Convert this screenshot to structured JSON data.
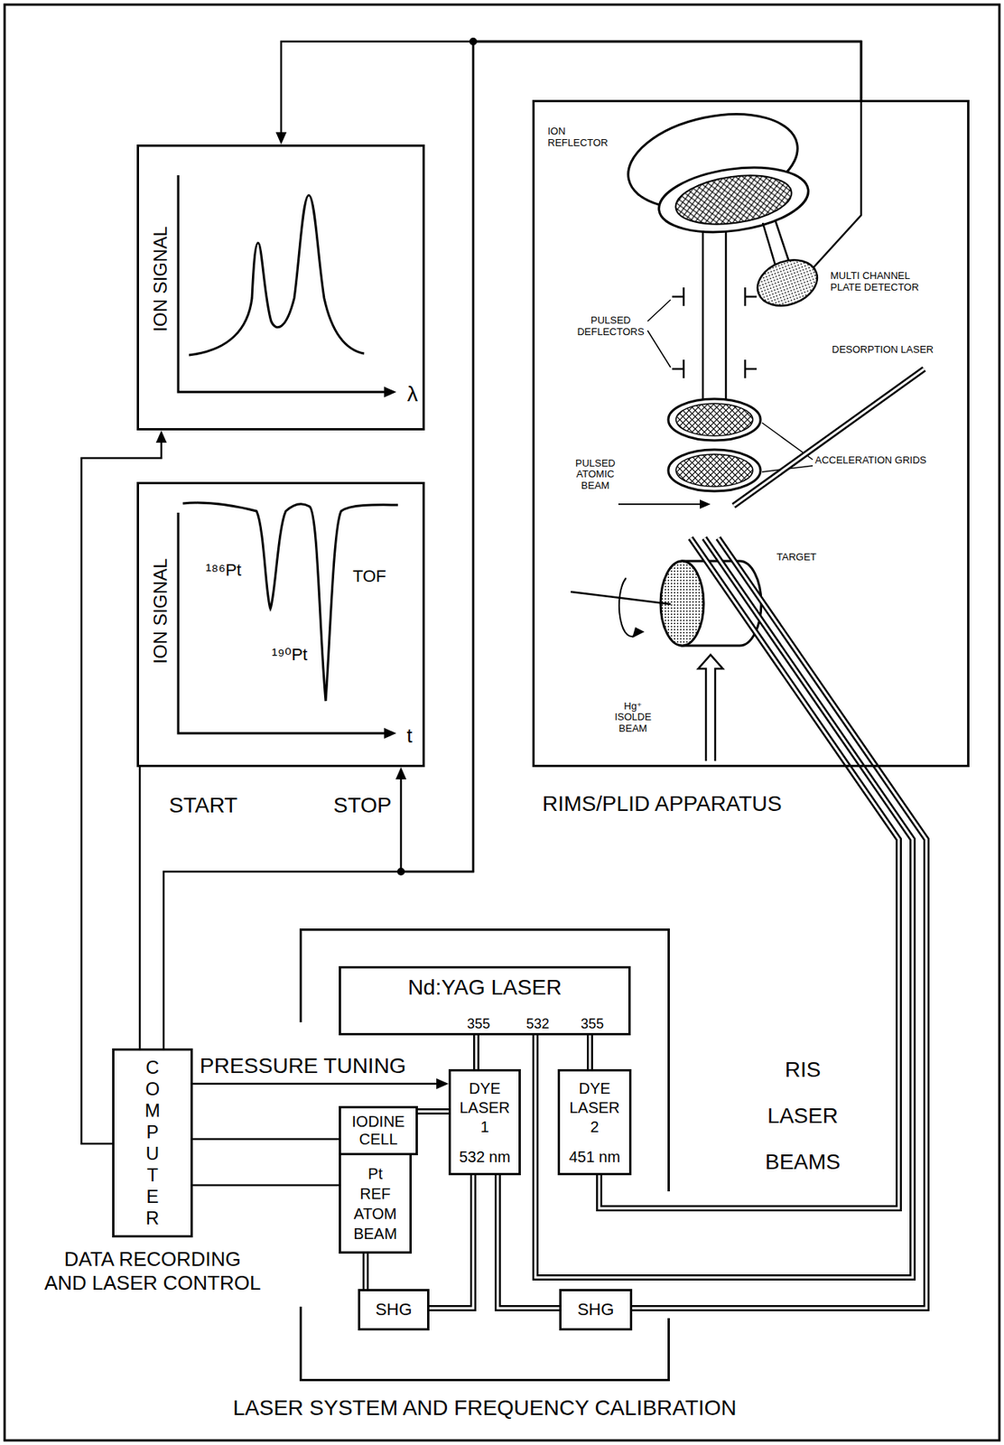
{
  "diagram": {
    "nodes": [
      {
        "text": [
          "ION SIGNAL",
          "λ"
        ]
      },
      {
        "text": [
          "ION SIGNAL",
          "¹⁸⁶Pt",
          "TOF",
          "¹⁹⁰Pt",
          "t"
        ]
      },
      {
        "text": [
          "RIMS/PLID APPARATUS"
        ]
      },
      {
        "text": [
          "COMPUTER",
          "DATA RECORDING AND LASER CONTROL"
        ]
      },
      {
        "text": [
          "LASER SYSTEM AND FREQUENCY CALIBRATION"
        ]
      },
      {
        "text": [
          "Nd:YAG LASER",
          "355",
          "532",
          "355"
        ],
        "in": 4
      },
      {
        "text": [
          "IODINE CELL"
        ],
        "in": 4
      },
      {
        "text": [
          "Pt REF ATOM BEAM"
        ],
        "in": 4
      },
      {
        "text": [
          "DYE LASER 1",
          "532 nm"
        ],
        "in": 4
      },
      {
        "text": [
          "DYE LASER 2",
          "451 nm"
        ],
        "in": 4
      },
      {
        "text": [
          "SHG"
        ],
        "in": 4
      },
      {
        "text": [
          "SHG"
        ],
        "in": 4
      }
    ],
    "edges": [
      {
        "from": 2,
        "to": 0,
        "arrow": "to"
      },
      {
        "from": 2,
        "to": 1,
        "arrow": "to",
        "label": "STOP"
      },
      {
        "from": 2,
        "to": 3,
        "arrow": "none"
      },
      {
        "from": 3,
        "to": 0,
        "arrow": "to"
      },
      {
        "from": 3,
        "to": 1,
        "arrow": "none",
        "label": "START"
      },
      {
        "from": 3,
        "to": 8,
        "arrow": "to",
        "label": "PRESSURE TUNING"
      },
      {
        "from": 3,
        "to": 6,
        "arrow": "none"
      },
      {
        "from": 3,
        "to": 7,
        "arrow": "none"
      },
      {
        "from": 5,
        "to": 8,
        "arrow": "none"
      },
      {
        "from": 5,
        "to": 9,
        "arrow": "none"
      },
      {
        "from": 5,
        "to": 2,
        "arrow": "none"
      },
      {
        "from": 8,
        "to": 6,
        "arrow": "none"
      },
      {
        "from": 8,
        "to": 10,
        "arrow": "none"
      },
      {
        "from": 10,
        "to": 7,
        "arrow": "none"
      },
      {
        "from": 8,
        "to": 11,
        "arrow": "none"
      },
      {
        "from": 11,
        "to": 2,
        "arrow": "none"
      },
      {
        "from": 9,
        "to": 2,
        "arrow": "none"
      }
    ],
    "labels": [
      "ION REFLECTOR",
      "MULTI CHANNEL PLATE DETECTOR",
      "PULSED DEFLECTORS",
      "DESORPTION LASER",
      "ACCELERATION GRIDS",
      "PULSED ATOMIC BEAM",
      "TARGET",
      "Hg⁺ ISOLDE BEAM",
      "RIS LASER BEAMS"
    ]
  }
}
